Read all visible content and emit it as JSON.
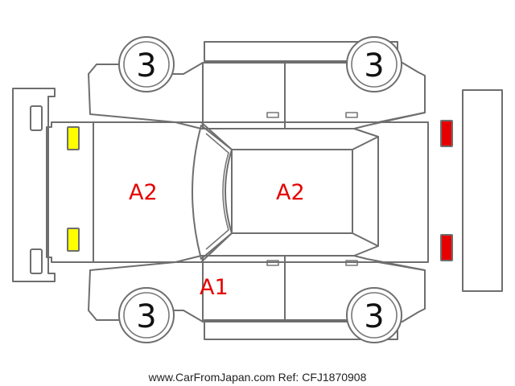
{
  "wheels": {
    "front_left": "3",
    "front_right": "3",
    "rear_left": "3",
    "rear_right": "3"
  },
  "damage_labels": {
    "hood": "A2",
    "roof": "A2",
    "left_pillar": "A1"
  },
  "lights": {
    "headlight_color": "#ffff00",
    "taillight_color": "#e60000"
  },
  "footer": "www.CarFromJapan.com Ref: CFJ1870908"
}
